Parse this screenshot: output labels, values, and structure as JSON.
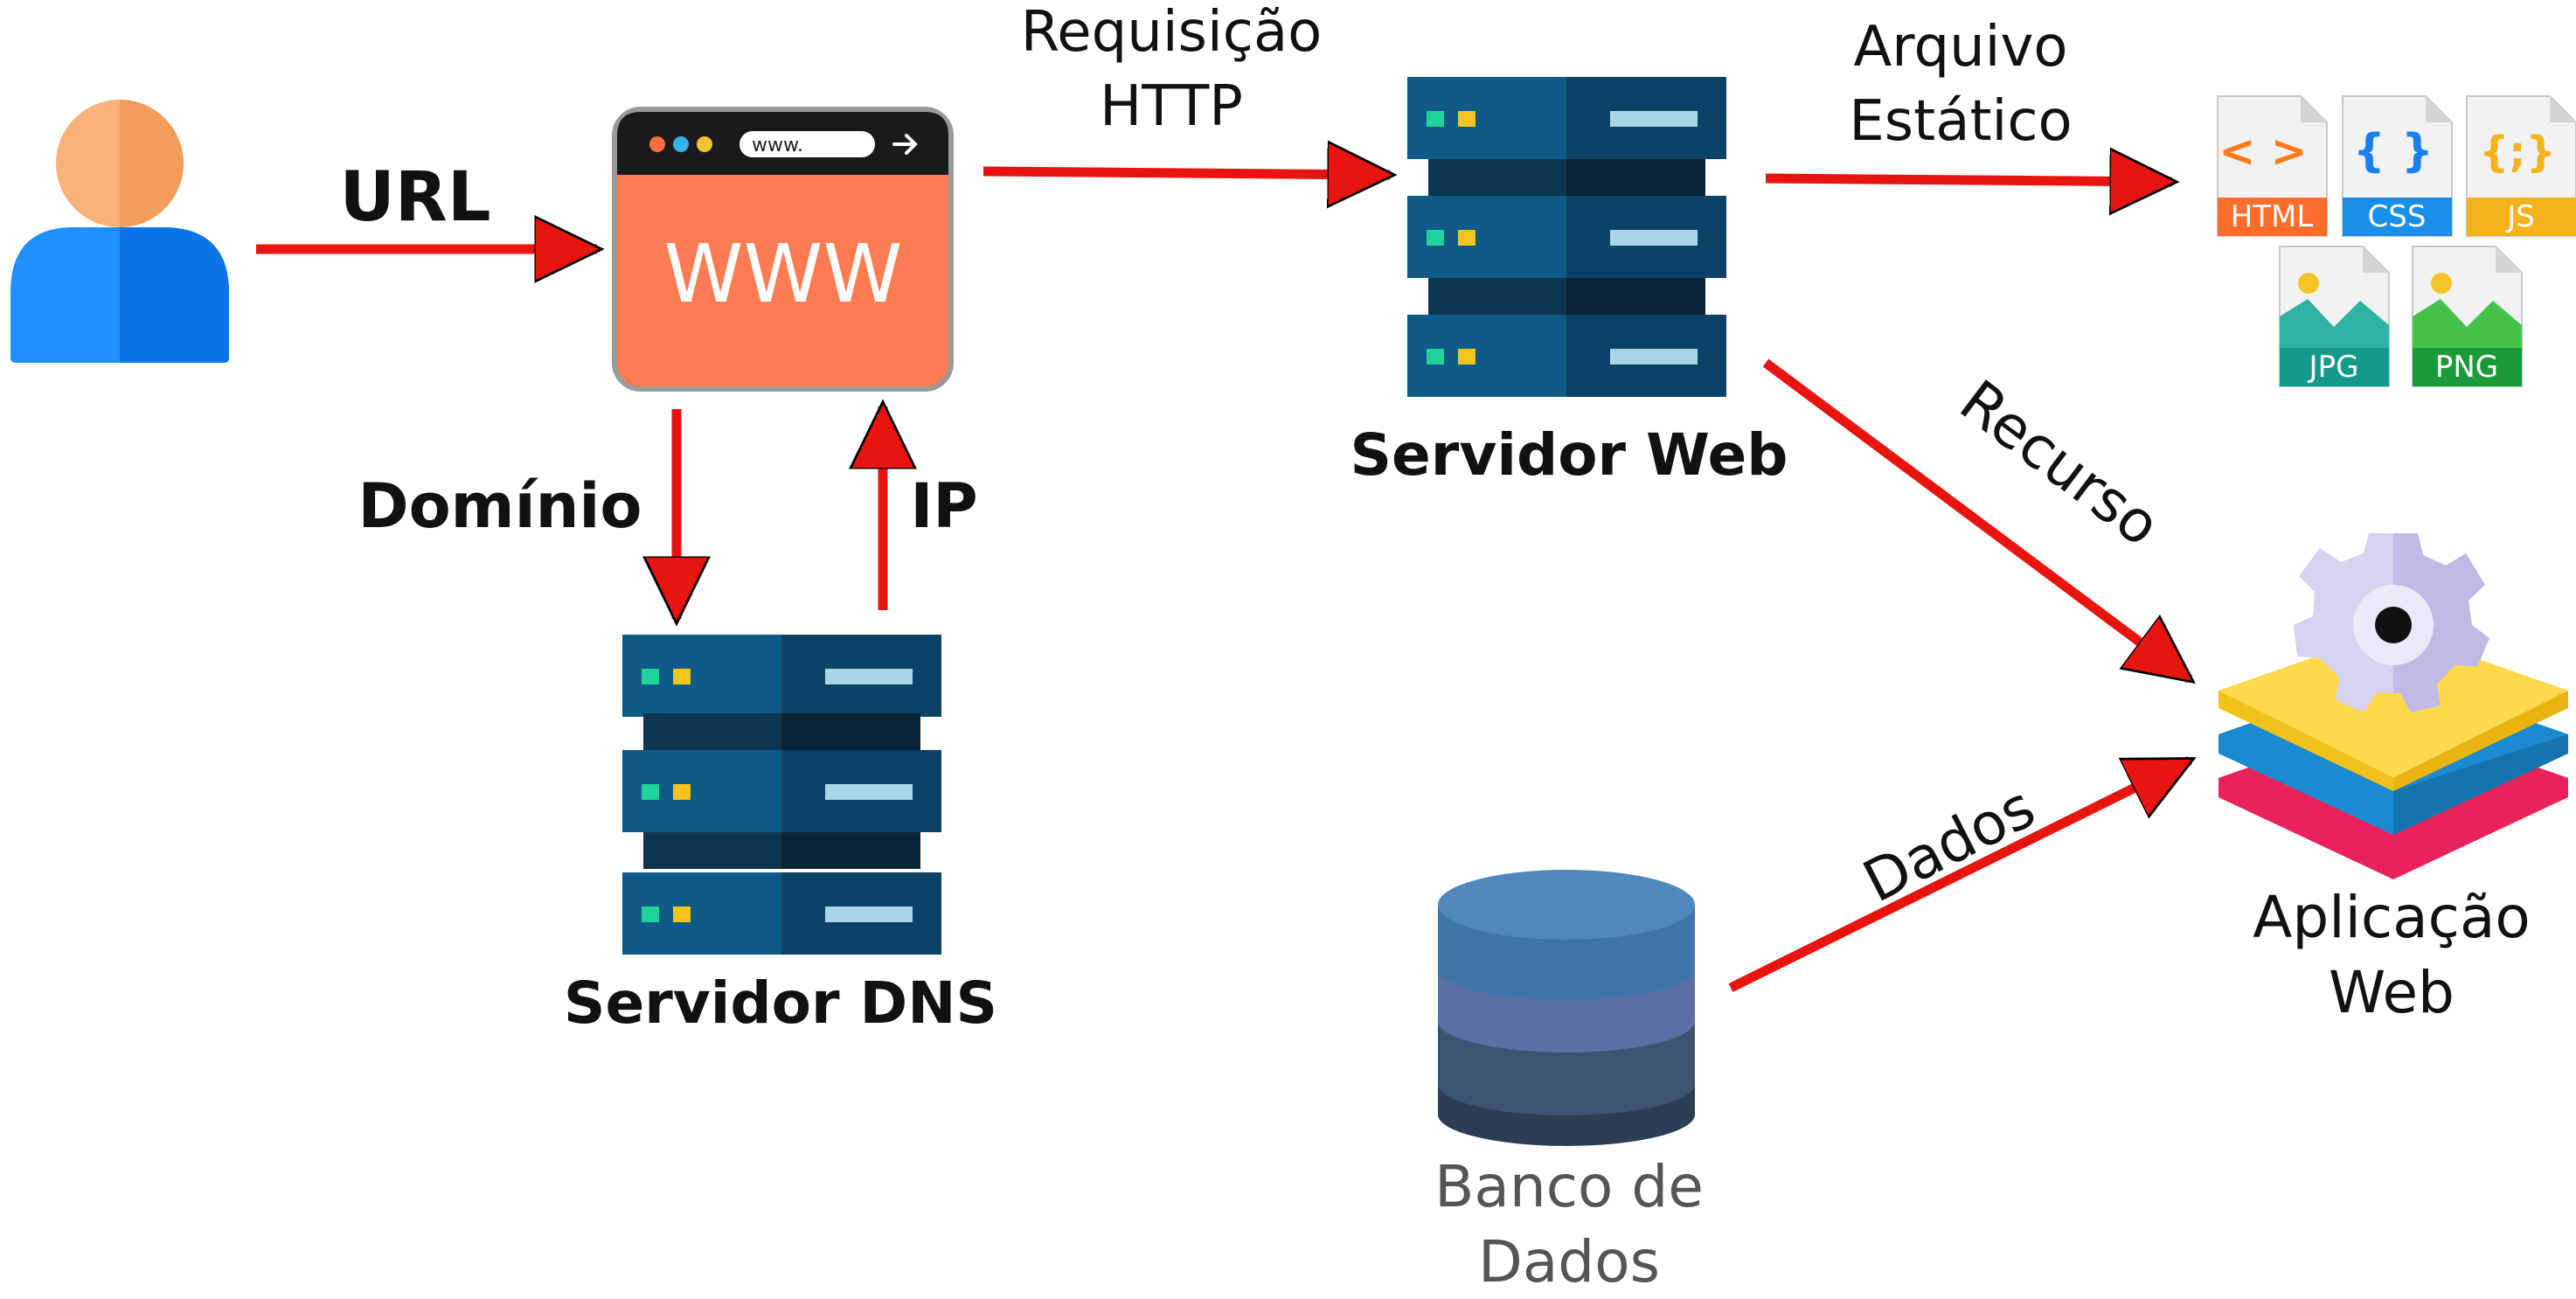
{
  "labels": {
    "url": "URL",
    "http_line1": "Requisição",
    "http_line2": "HTTP",
    "static_line1": "Arquivo",
    "static_line2": "Estático",
    "dominio": "Domínio",
    "ip": "IP",
    "servidor_web": "Servidor Web",
    "servidor_dns": "Servidor DNS",
    "recurso": "Recurso",
    "dados": "Dados",
    "app_line1": "Aplicação",
    "app_line2": "Web",
    "db_line1": "Banco de",
    "db_line2": "Dados"
  },
  "browser": {
    "address_text": "www.",
    "body_text": "WWW"
  },
  "files": {
    "html": "HTML",
    "css": "CSS",
    "js": "JS",
    "jpg": "JPG",
    "png": "PNG",
    "html_glyph": "< >",
    "css_glyph": "{ }",
    "js_glyph": "{;}"
  },
  "colors": {
    "arrow": "#e8140f",
    "server_dark": "#0b3d5c",
    "server_mid": "#0f5a86",
    "browser_body": "#ff7b52",
    "user_blue": "#1e90ff",
    "user_skin": "#f7b27a"
  }
}
